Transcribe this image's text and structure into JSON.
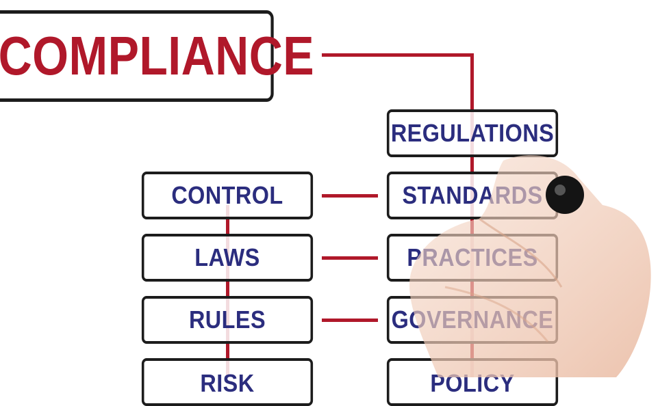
{
  "title": "COMPLIANCE",
  "right_column": [
    "REGULATIONS",
    "STANDARDS",
    "PRACTICES",
    "GOVERNANCE",
    "POLICY"
  ],
  "left_column": [
    "CONTROL",
    "LAWS",
    "RULES",
    "RISK"
  ],
  "colors": {
    "title": "#b0182a",
    "labels": "#2b2d7e",
    "connector": "#b0182a",
    "border": "#1c1c1c"
  }
}
